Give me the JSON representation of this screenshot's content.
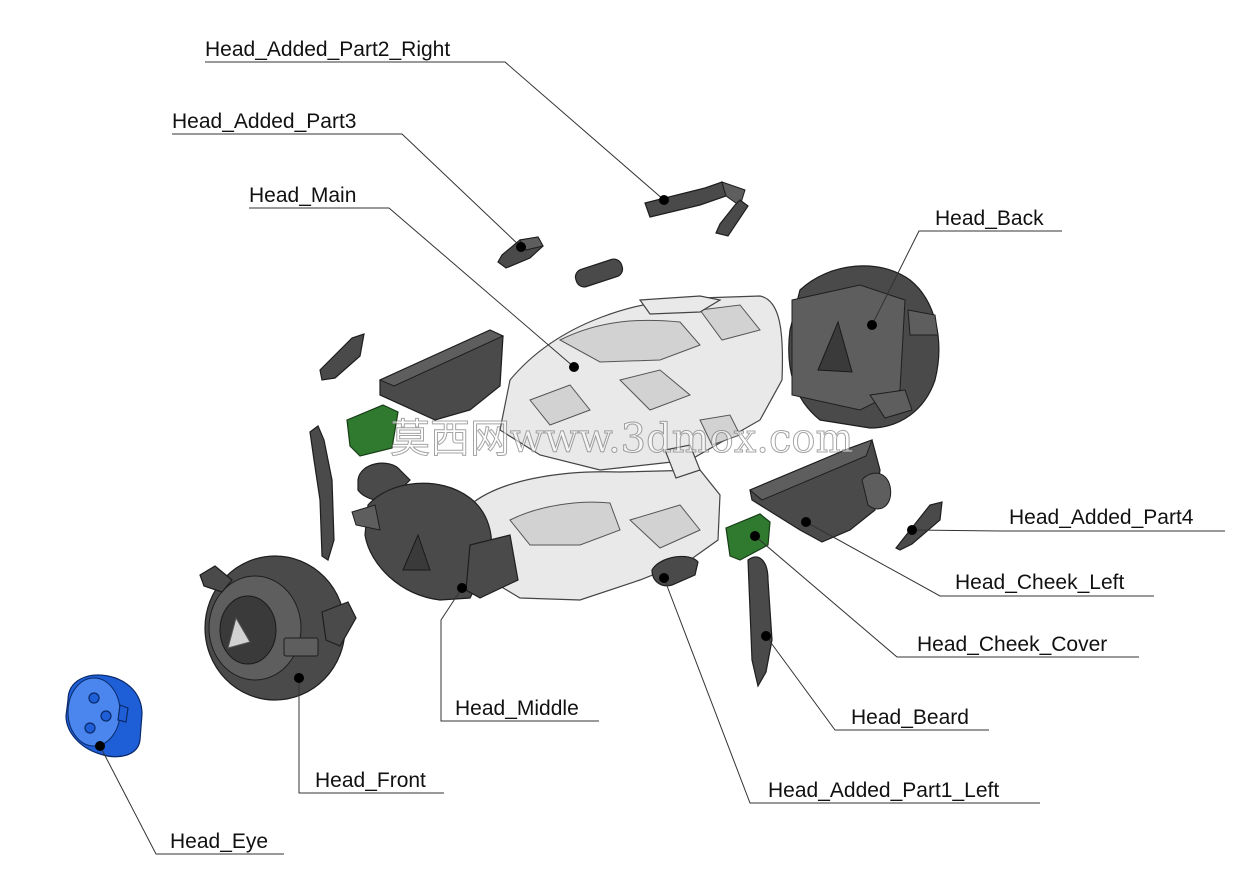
{
  "diagram": {
    "labels": {
      "head_added_part2_right": "Head_Added_Part2_Right",
      "head_added_part3": "Head_Added_Part3",
      "head_main": "Head_Main",
      "head_back": "Head_Back",
      "head_added_part4": "Head_Added_Part4",
      "head_cheek_left": "Head_Cheek_Left",
      "head_cheek_cover": "Head_Cheek_Cover",
      "head_beard": "Head_Beard",
      "head_added_part1_left": "Head_Added_Part1_Left",
      "head_middle": "Head_Middle",
      "head_front": "Head_Front",
      "head_eye": "Head_Eye"
    },
    "watermark": "莫西网www.3dmox.com",
    "colors": {
      "part_dark": "#4a4a4a",
      "part_light": "#e9e9e9",
      "part_green": "#2f7a2f",
      "part_blue": "#1e5fd8"
    }
  }
}
